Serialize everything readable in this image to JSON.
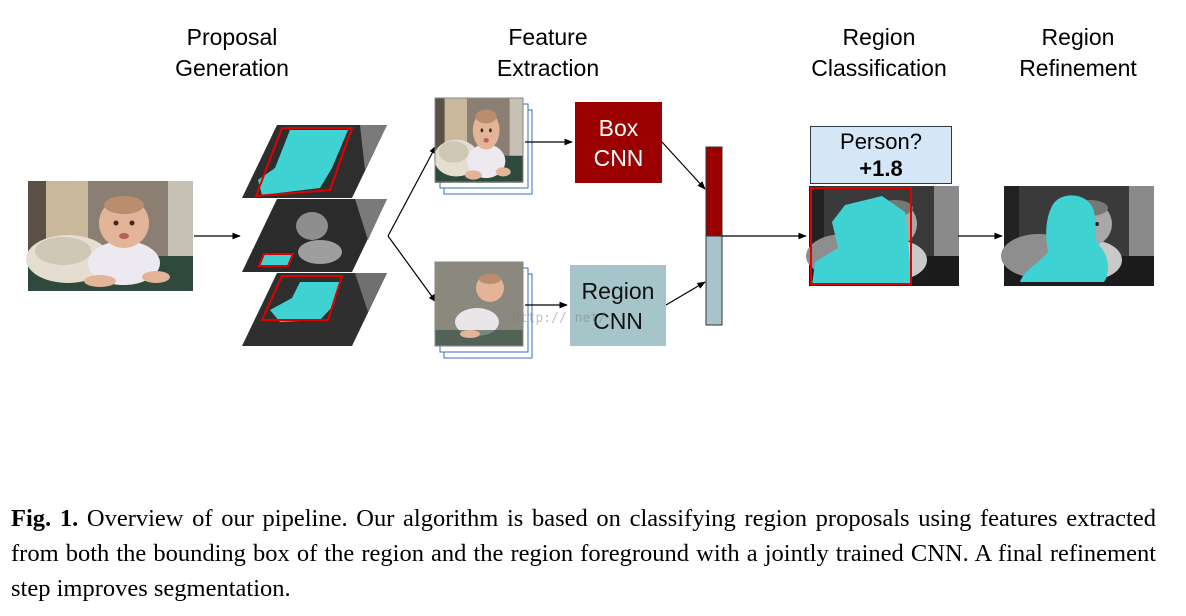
{
  "headings": {
    "proposal": [
      "Proposal",
      "Generation"
    ],
    "feature": [
      "Feature",
      "Extraction"
    ],
    "classification": [
      "Region",
      "Classification"
    ],
    "refinement": [
      "Region",
      "Refinement"
    ]
  },
  "box_cnn": [
    "Box",
    "CNN"
  ],
  "region_cnn": [
    "Region",
    "CNN"
  ],
  "classification_label": {
    "question": "Person?",
    "score": "+1.8"
  },
  "caption": {
    "fig_label": "Fig. 1.",
    "text": "Overview of our pipeline. Our algorithm is based on classifying region proposals using features extracted from both the bounding box of the region and the region foreground with a jointly trained CNN. A final refinement step improves segmentation."
  },
  "watermark": "http://          net/",
  "colors": {
    "box_cnn": "#9b0000",
    "region_cnn": "#a5c5cb",
    "mask": "#3fd2d2",
    "proposal_outline": "#e00000",
    "label_bg": "#d5e6f6"
  }
}
